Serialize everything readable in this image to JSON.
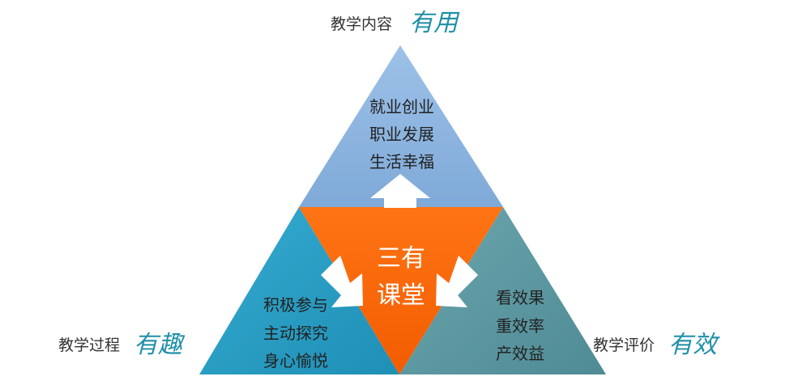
{
  "top": {
    "label": "教学内容",
    "accent": "有用",
    "lines": [
      "就业创业",
      "职业发展",
      "生活幸福"
    ],
    "color": "#8db6df"
  },
  "left": {
    "label": "教学过程",
    "accent": "有趣",
    "lines": [
      "积极参与",
      "主动探究",
      "身心愉悦"
    ],
    "color": "#2b9fc4"
  },
  "right": {
    "label": "教学评价",
    "accent": "有效",
    "lines": [
      "看效果",
      "重效率",
      "产效益"
    ],
    "color": "#5e9aa3"
  },
  "center": {
    "lines": [
      "三有",
      "课堂"
    ],
    "color": "#ff6a00"
  },
  "accent_color": "#1f8fa8",
  "arrow_icon": "white-arrow"
}
